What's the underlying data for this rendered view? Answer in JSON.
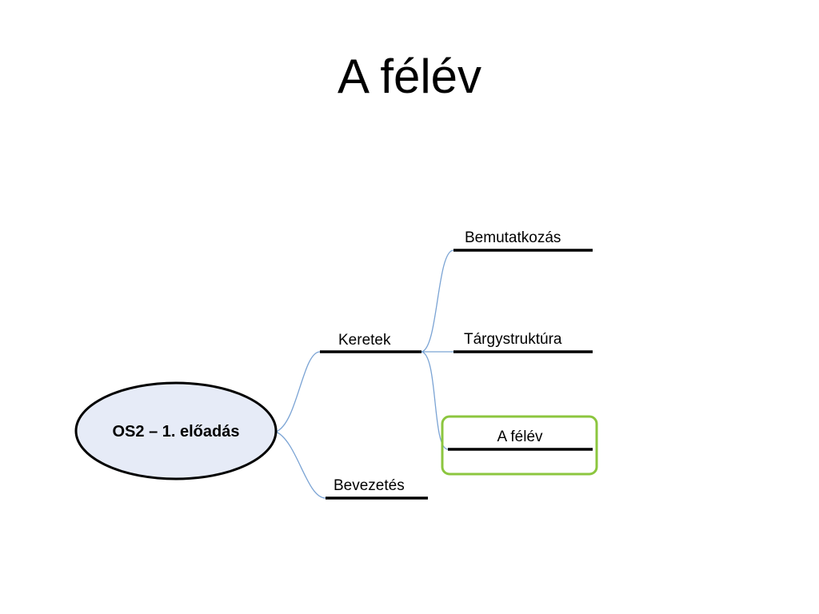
{
  "slide": {
    "title": "A félév"
  },
  "mindmap": {
    "central": "OS2 – 1. előadás",
    "branches": [
      {
        "label": "Keretek",
        "children": [
          "Bemutatkozás",
          "Tárgystruktúra",
          "A félév"
        ]
      },
      {
        "label": "Bevezetés",
        "children": []
      }
    ],
    "highlighted": "A félév",
    "colors": {
      "connector": "#7aa3d4",
      "central_fill": "#e6ebf7",
      "highlight": "#8cc63f",
      "text": "#000000"
    }
  }
}
